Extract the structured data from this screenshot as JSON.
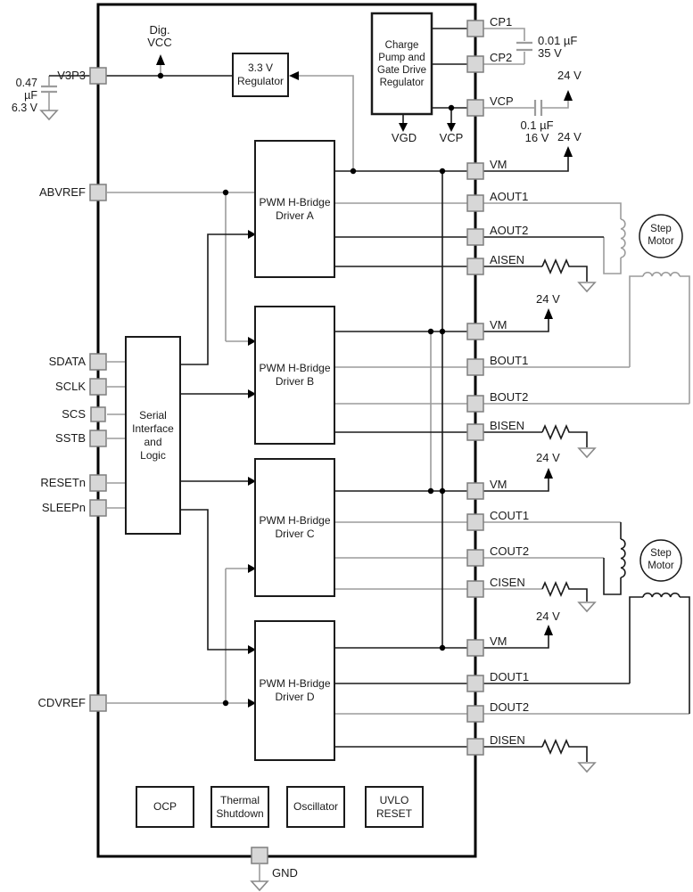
{
  "colors": {
    "wire_black": "#1a1a1a",
    "wire_gray": "#9c9c9c",
    "pin_fill": "#d7d7d7",
    "pin_stroke": "#7f7f7f",
    "block_fill": "#ffffff"
  },
  "chip": {
    "pins_left": [
      "V3P3",
      "ABVREF",
      "SDATA",
      "SCLK",
      "SCS",
      "SSTB",
      "RESETn",
      "SLEEPn",
      "CDVREF"
    ],
    "pins_right": [
      "CP1",
      "CP2",
      "VCP",
      "VM",
      "AOUT1",
      "AOUT2",
      "AISEN",
      "VM",
      "BOUT1",
      "BOUT2",
      "BISEN",
      "VM",
      "COUT1",
      "COUT2",
      "CISEN",
      "VM",
      "DOUT1",
      "DOUT2",
      "DISEN"
    ],
    "pin_bottom": "GND"
  },
  "blocks": {
    "regulator": "3.3 V\nRegulator",
    "charge_pump": "Charge\nPump and\nGate Drive\nRegulator",
    "driver_a": "PWM H-Bridge\nDriver A",
    "driver_b": "PWM H-Bridge\nDriver B",
    "driver_c": "PWM H-Bridge\nDriver C",
    "driver_d": "PWM H-Bridge\nDriver D",
    "serial": "Serial\nInterface\nand\nLogic",
    "ocp": "OCP",
    "thermal": "Thermal\nShutdown",
    "oscillator": "Oscillator",
    "uvlo": "UVLO\nRESET"
  },
  "annotations": {
    "dig_vcc": "Dig.\nVCC",
    "v3p3_cap": "0.47 µF\n6.3 V",
    "cp_cap": "0.01 µF\n35 V",
    "vcp_cap": "0.1 µF\n16 V",
    "vgd": "VGD",
    "vcp": "VCP",
    "v24": [
      "24 V",
      "24 V",
      "24 V",
      "24 V",
      "24 V"
    ],
    "step_motor_1": "Step\nMotor",
    "step_motor_2": "Step\nMotor"
  }
}
